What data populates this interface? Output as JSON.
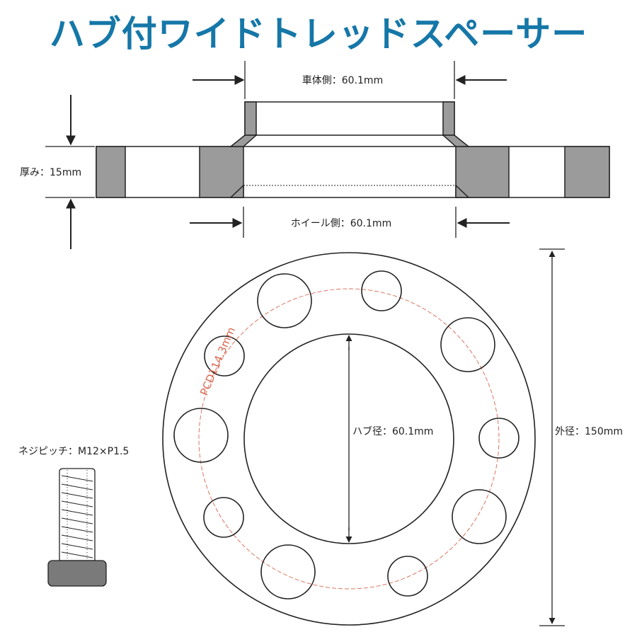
{
  "title": "ハブ付ワイドトレッドスペーサー",
  "colors": {
    "title": "#1577a8",
    "fill_gray": "#9b9b9b",
    "stroke": "#222222",
    "pcd_line": "#d9674f"
  },
  "labels": {
    "vehicle_side": "車体側：60.1mm",
    "thickness": "厚み：15mm",
    "wheel_side": "ホイール側：60.1mm",
    "pcd": "PCD114.3mm",
    "hub_diameter": "ハブ径：60.1mm",
    "outer_diameter": "外径：150mm",
    "thread_pitch": "ネジピッチ：M12×P1.5"
  }
}
